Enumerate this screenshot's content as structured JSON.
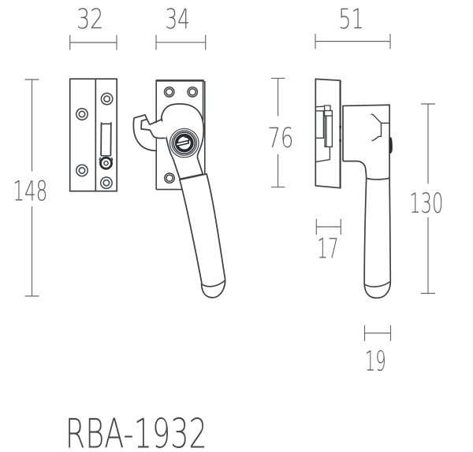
{
  "drawing": {
    "product_code": "RBA-1932",
    "views": {
      "keeper_front": {
        "name": "keeper-plate-front-view"
      },
      "fastener_front": {
        "name": "fastener-front-view"
      },
      "side": {
        "name": "side-profile-view"
      }
    },
    "dimension_labels": {
      "keeper_width": "32",
      "fastener_width": "34",
      "side_depth": "51",
      "overall_height": "148",
      "backplate_height": "76",
      "handle_height": "130",
      "keeper_depth": "17",
      "handle_width": "19"
    },
    "colors": {
      "outline": "#3e4044",
      "dark_detail": "#2b2c30",
      "dimension_line": "#64676b",
      "dimension_text": "#5c5f63",
      "product_text": "#46494d",
      "background": "#ffffff"
    }
  }
}
